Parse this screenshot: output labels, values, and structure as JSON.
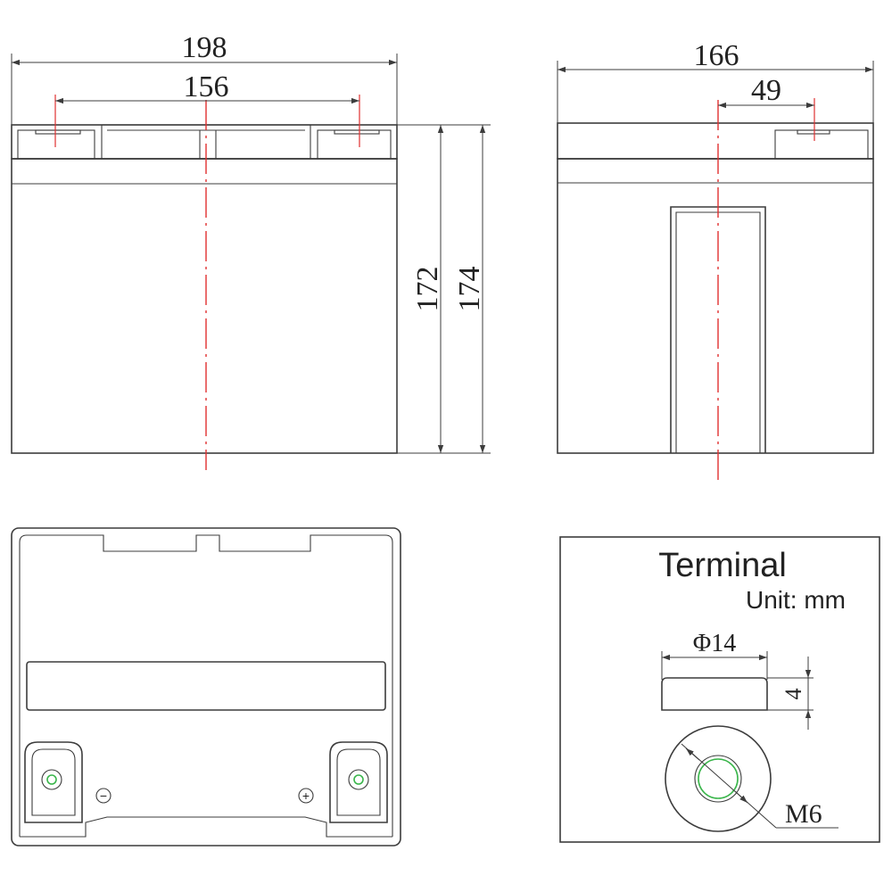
{
  "dimensions": {
    "overall_length": "198",
    "terminal_spacing": "156",
    "overall_width": "166",
    "terminal_offset": "49",
    "container_height": "172",
    "total_height": "174"
  },
  "terminal_panel": {
    "title": "Terminal",
    "unit": "Unit: mm",
    "diameter": "Φ14",
    "height": "4",
    "thread": "M6"
  },
  "polarity": {
    "negative_symbol": "−",
    "positive_symbol": "+"
  },
  "colors": {
    "outline": "#3c3c3c",
    "centerline": "#e03030",
    "terminal_hole": "#39b54a"
  }
}
